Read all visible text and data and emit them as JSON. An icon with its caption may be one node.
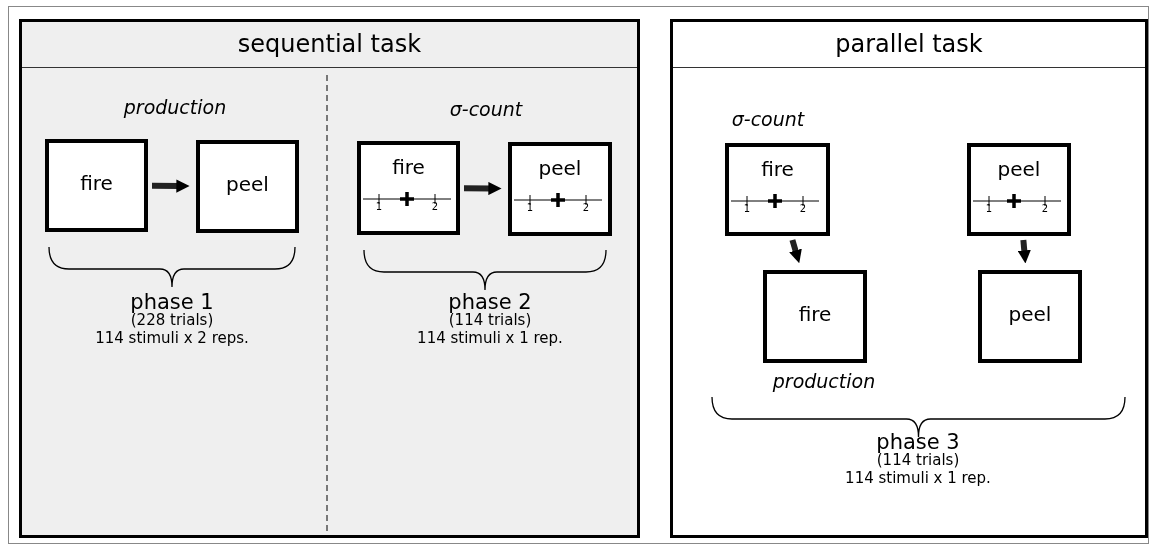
{
  "diagram": {
    "nodes": [
      {
        "text": [
          "sequential task"
        ]
      },
      {
        "text": [
          "fire"
        ],
        "in": 0
      },
      {
        "text": [
          "peel"
        ],
        "in": 0
      },
      {
        "text": [
          "fire",
          "1",
          "2"
        ],
        "in": 0
      },
      {
        "text": [
          "peel",
          "1",
          "2"
        ],
        "in": 0
      },
      {
        "text": [
          "parallel task"
        ]
      },
      {
        "text": [
          "fire",
          "1",
          "2"
        ],
        "in": 5
      },
      {
        "text": [
          "peel",
          "1",
          "2"
        ],
        "in": 5
      },
      {
        "text": [
          "fire"
        ],
        "in": 5
      },
      {
        "text": [
          "peel"
        ],
        "in": 5
      }
    ],
    "edges": [
      {
        "from": 1,
        "to": 2,
        "arrow": "to"
      },
      {
        "from": 3,
        "to": 4,
        "arrow": "to"
      },
      {
        "from": 6,
        "to": 8,
        "arrow": "to"
      },
      {
        "from": 7,
        "to": 9,
        "arrow": "to"
      }
    ],
    "labels": [
      "production",
      "phase 1",
      "(228 trials)",
      "114 stimuli x 2 reps.",
      "σ-count",
      "phase 2",
      "(114 trials)",
      "114 stimuli x 1 rep.",
      "σ-count",
      "production",
      "phase 3",
      "(114 trials)",
      "114 stimuli x 1 rep."
    ]
  }
}
